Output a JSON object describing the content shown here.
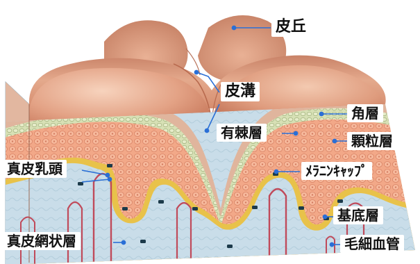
{
  "labels": {
    "hihi_kyu": "皮丘",
    "hihi_ko": "皮溝",
    "kakuso": "角層",
    "yukyoku_so": "有棘層",
    "karyu_so": "顆粒層",
    "shinpi_nyuto": "真皮乳頭",
    "melanin_cap": "ﾒﾗﾆﾝｷｬｯﾌﾟ",
    "kitei_so": "基底層",
    "shinpi_momo_so": "真皮網状層",
    "mosai_kekkan": "毛細血管"
  },
  "colors": {
    "leader": "#2a6fd6",
    "skin_top": "#d98f70",
    "skin_highlight": "#f6cdb5",
    "spinous": "#f0a585",
    "granular": "#d8e2b8",
    "basal": "#e8c24a",
    "dermis": "#c8dde8",
    "vessel": "#c04a5a",
    "melanin": "#1c3a4a"
  }
}
